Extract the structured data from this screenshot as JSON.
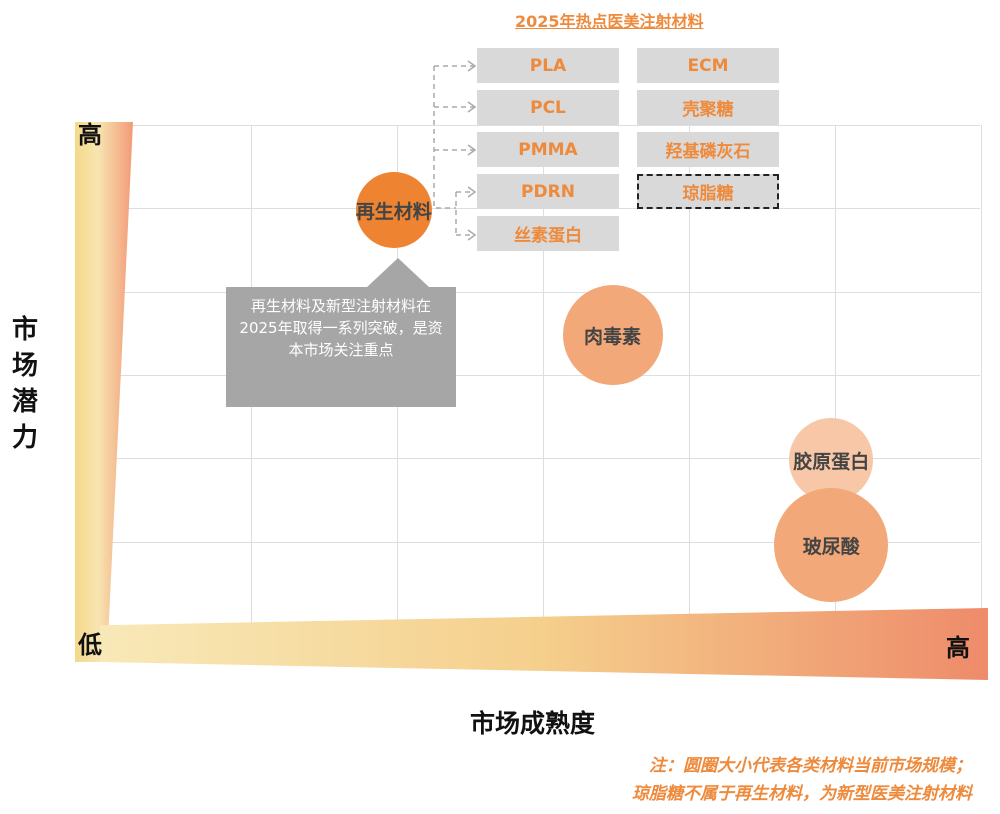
{
  "title": "2025年热点医美注射材料",
  "y_axis": {
    "label": "市场潜力",
    "high": "高",
    "low": "低"
  },
  "x_axis": {
    "label": "市场成熟度",
    "high": "高"
  },
  "chart_data": {
    "type": "scatter",
    "title": "2025年热点医美注射材料",
    "xlabel": "市场成熟度",
    "ylabel": "市场潜力",
    "xlim": [
      0,
      10
    ],
    "ylim": [
      0,
      10
    ],
    "grid": true,
    "points": [
      {
        "label": "再生材料",
        "x": 3.3,
        "y": 8.3,
        "size": 38,
        "color": "#ee8431"
      },
      {
        "label": "肉毒素",
        "x": 5.8,
        "y": 5.8,
        "size": 50,
        "color": "#f2a878"
      },
      {
        "label": "胶原蛋白",
        "x": 8.3,
        "y": 3.3,
        "size": 42,
        "color": "#f7c7a7"
      },
      {
        "label": "玻尿酸",
        "x": 8.3,
        "y": 1.6,
        "size": 57,
        "color": "#f2a878"
      }
    ]
  },
  "materials_left": [
    "PLA",
    "PCL",
    "PMMA",
    "PDRN",
    "丝素蛋白"
  ],
  "materials_right": [
    "ECM",
    "壳聚糖",
    "羟基磷灰石",
    "琼脂糖"
  ],
  "callout": "再生材料及新型注射材料在2025年取得一系列突破，是资本市场关注重点",
  "note": [
    "注：圆圈大小代表各类材料当前市场规模；",
    "琼脂糖不属于再生材料，为新型医美注射材料"
  ]
}
